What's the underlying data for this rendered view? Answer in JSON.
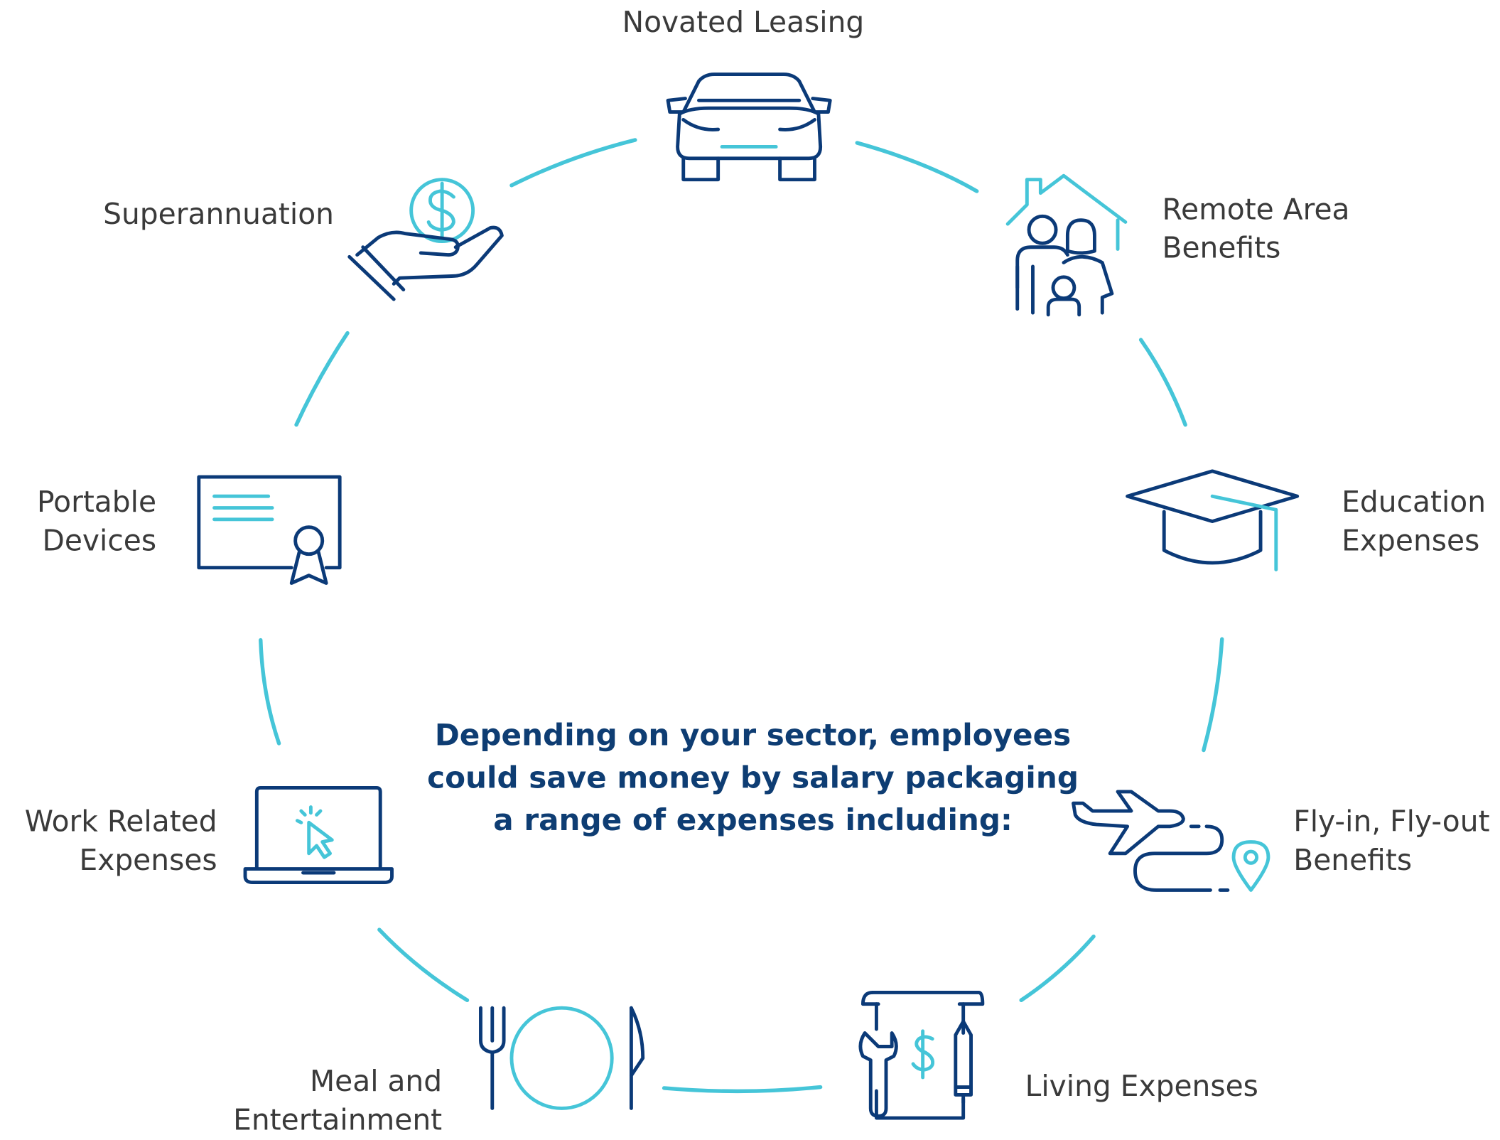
{
  "colors": {
    "navy": "#0b3a78",
    "teal": "#45c5d8",
    "label_text": "#3a3a3a",
    "center_text": "#0e3d73"
  },
  "center": {
    "line1": "Depending on your sector, employees",
    "line2": "could save money by salary packaging",
    "line3": "a range of expenses including:"
  },
  "items": [
    {
      "icon": "car-icon",
      "lines": [
        "Novated Leasing"
      ]
    },
    {
      "icon": "family-house-icon",
      "lines": [
        "Remote Area",
        "Benefits"
      ]
    },
    {
      "icon": "graduation-cap-icon",
      "lines": [
        "Education",
        "Expenses"
      ]
    },
    {
      "icon": "plane-route-icon",
      "lines": [
        "Fly-in, Fly-out",
        "Benefits"
      ]
    },
    {
      "icon": "tools-document-icon",
      "lines": [
        "Living Expenses"
      ]
    },
    {
      "icon": "plate-cutlery-icon",
      "lines": [
        "Meal and",
        "Entertainment"
      ]
    },
    {
      "icon": "laptop-icon",
      "lines": [
        "Work Related",
        "Expenses"
      ]
    },
    {
      "icon": "certificate-icon",
      "lines": [
        "Portable",
        "Devices"
      ]
    },
    {
      "icon": "hand-money-icon",
      "lines": [
        "Superannuation"
      ]
    }
  ]
}
